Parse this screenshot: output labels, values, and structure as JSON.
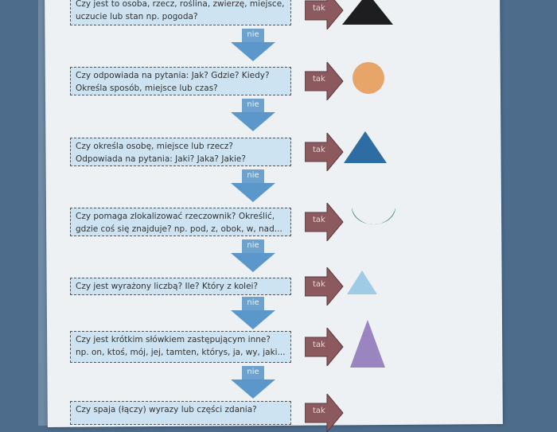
{
  "down_label": "nie",
  "yes_label": "tak",
  "questions": [
    {
      "line1": "Czy jest to osoba, rzecz, roślina, zwierzę, miejsce,",
      "line2": "uczucie lub stan np. pogoda?",
      "shape": "black-triangle",
      "color": "#1e1e20"
    },
    {
      "line1": "Czy odpowiada na pytania: Jak? Gdzie? Kiedy?",
      "line2": "Określa sposób, miejsce lub czas?",
      "shape": "orange-circle",
      "color": "#e8a56a"
    },
    {
      "line1": "Czy określa osobę, miejsce lub rzecz?",
      "line2": "Odpowiada na pytania: Jaki? Jaka? Jakie?",
      "shape": "blue-triangle",
      "color": "#2e6da3"
    },
    {
      "line1": "Czy pomaga zlokalizować rzeczownik? Określić,",
      "line2": "gdzie coś się znajduje? np. pod, z, obok, w, nad...",
      "shape": "green-crescent",
      "color": "#4f9a7c"
    },
    {
      "line1": "Czy jest wyrażony liczbą? Ile? Który z kolei?",
      "line2": "",
      "shape": "light-blue-triangle",
      "color": "#9fcbe6"
    },
    {
      "line1": "Czy jest krótkim słówkiem zastępującym inne?",
      "line2": "np. on, ktoś, mój, jej, tamten, którys, ja, wy, jaki...",
      "shape": "purple-triangle",
      "color": "#9a85c0"
    },
    {
      "line1": "Czy spaja (łączy) wyrazy lub części zdania?",
      "line2": "",
      "shape": "",
      "color": ""
    }
  ],
  "colors": {
    "arrow_yes": "#8c5a5e",
    "arrow_no": "#5b97cb",
    "box": "#cde3f1"
  }
}
